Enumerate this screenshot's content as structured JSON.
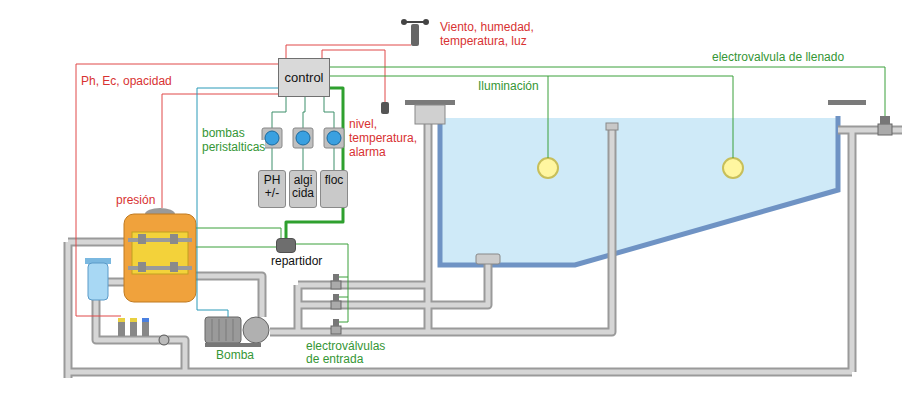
{
  "diagram": {
    "nodes": [
      {
        "text": [
          "control"
        ]
      },
      {
        "text": [
          "PH +/-"
        ]
      },
      {
        "text": [
          "algicida"
        ]
      },
      {
        "text": [
          "floc"
        ]
      },
      {
        "text": [
          "repartidor"
        ]
      }
    ],
    "edges": [
      {
        "from": 0,
        "to": 4,
        "arrow": "none"
      },
      {
        "from": 0,
        "to": 1,
        "arrow": "none"
      },
      {
        "from": 0,
        "to": 2,
        "arrow": "none"
      },
      {
        "from": 0,
        "to": 3,
        "arrow": "none"
      }
    ],
    "labels": [
      "Viento, humedad, temperatura, luz",
      "electrovalvula de llenado",
      "Iluminación",
      "Ph, Ec, opacidad",
      "nivel, temperatura, alarma",
      "bombas peristalticas",
      "presión",
      "Bomba",
      "electroválvulas de entrada"
    ]
  }
}
